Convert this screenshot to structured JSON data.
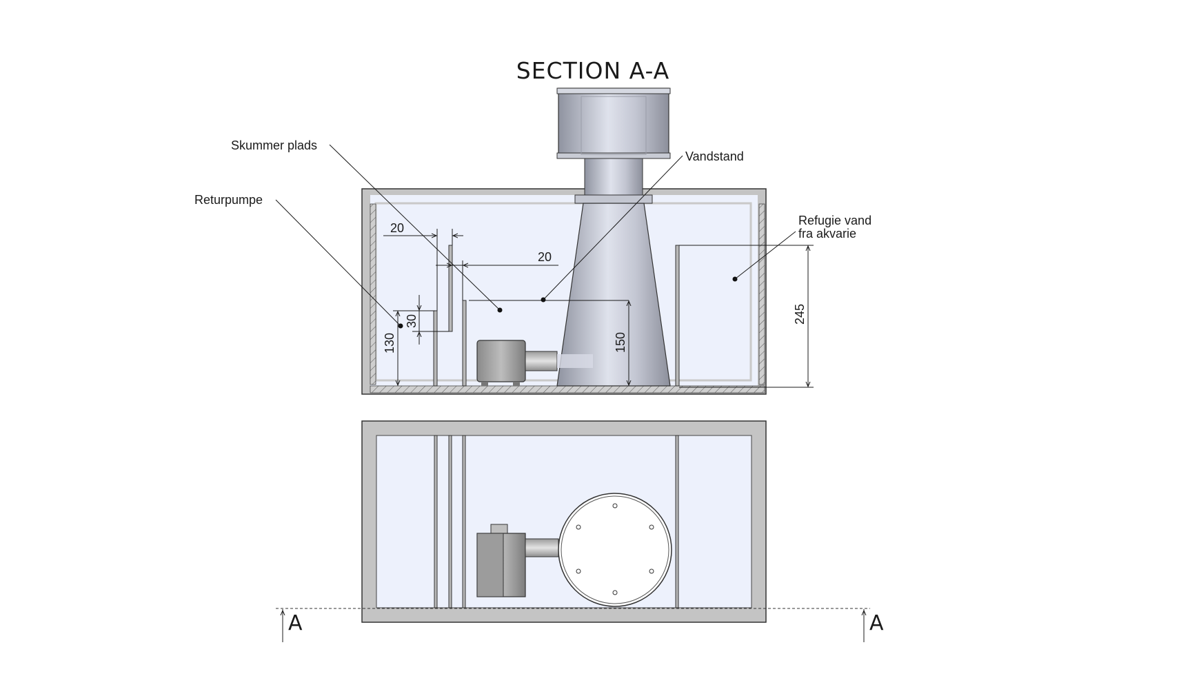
{
  "title": "SECTION A-A",
  "labels": {
    "skimmer": "Skummer plads",
    "return_pump": "Returpumpe",
    "water_level": "Vandstand",
    "refugium_line1": "Refugie vand",
    "refugium_line2": "fra akvarie"
  },
  "dimensions": {
    "baffle_gap_top": "20",
    "baffle_gap_mid": "20",
    "baffle_overlap": "30",
    "return_height": "130",
    "skimmer_water_height": "150",
    "refugium_height": "245"
  },
  "section_markers": {
    "left": "A",
    "right": "A"
  },
  "colors": {
    "water": "#edf1fc",
    "glass": "#c4c4c4",
    "steel": "#a9acb4",
    "line": "#1a1a1a"
  }
}
